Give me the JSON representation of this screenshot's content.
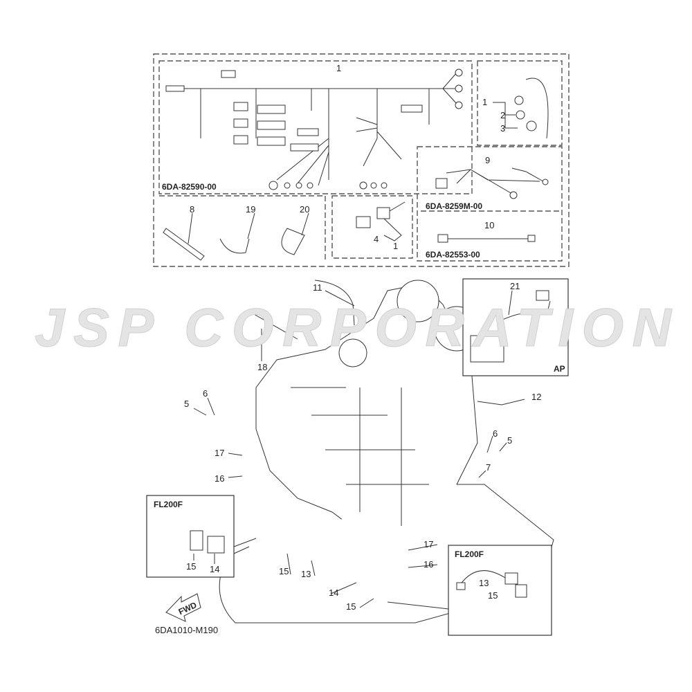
{
  "watermark": "JSP CORPORATION",
  "diagram_code": "6DA1010-M190",
  "fwd_label": "FWD",
  "kits": {
    "harness": {
      "part_no": "6DA-82590-00",
      "callout": "1"
    },
    "sub_harness_9": {
      "part_no": "6DA-8259M-00",
      "callout": "9"
    },
    "sub_harness_10": {
      "part_no": "6DA-82553-00",
      "callout": "10"
    }
  },
  "inset_boxes": {
    "ap": "AP",
    "fl200f_left": "FL200F",
    "fl200f_right": "FL200F"
  },
  "callouts": {
    "harness_detail": [
      "1",
      "2",
      "3"
    ],
    "clips": [
      "8",
      "19",
      "20"
    ],
    "relay": [
      "4",
      "1"
    ],
    "main": [
      "11",
      "18",
      "5",
      "6",
      "12",
      "6",
      "5",
      "7",
      "17",
      "16",
      "17",
      "16",
      "14",
      "15",
      "13",
      "15",
      "21"
    ],
    "fl_left": [
      "15",
      "14"
    ],
    "fl_right": [
      "13",
      "15"
    ]
  }
}
